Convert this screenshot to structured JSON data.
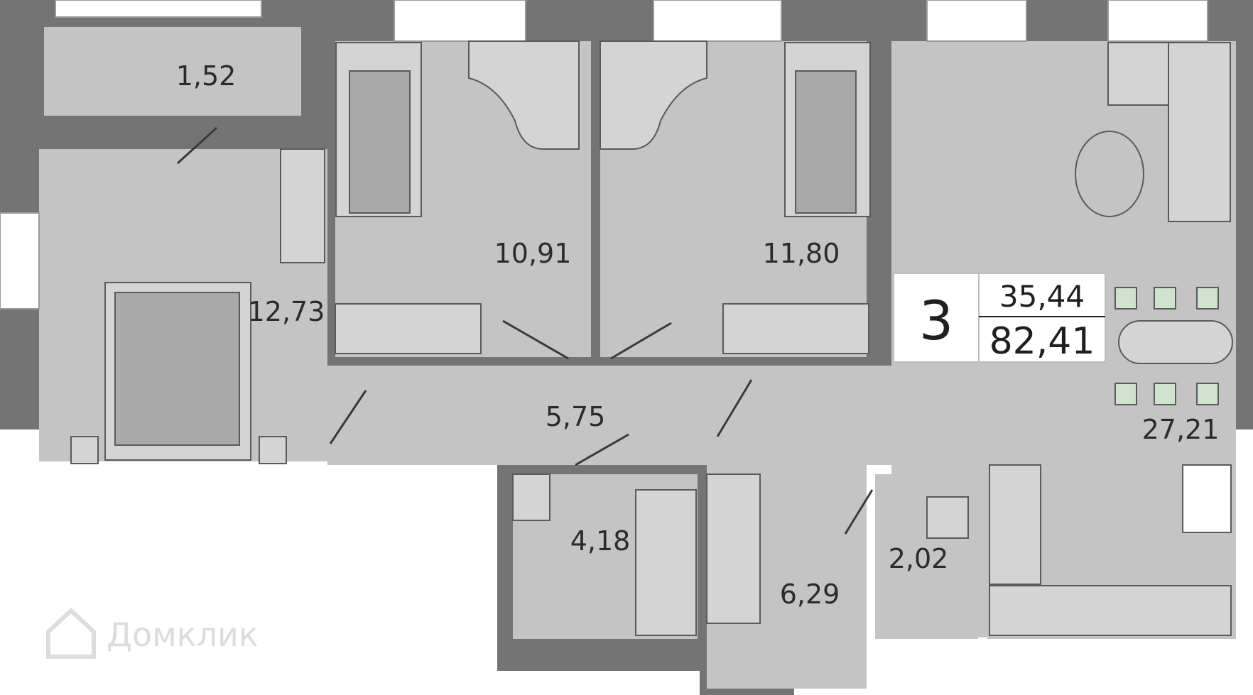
{
  "summary": {
    "rooms": "3",
    "living_area": "35,44",
    "total_area": "82,41"
  },
  "rooms": {
    "balcony": "1,52",
    "bedroom_left": "12,73",
    "bedroom_mid": "10,91",
    "bedroom_right": "11,80",
    "hall": "5,75",
    "bathroom": "4,18",
    "corridor": "6,29",
    "wc": "2,02",
    "kitchen_living": "27,21"
  },
  "watermark": {
    "text": "Домклик"
  },
  "colors": {
    "wall": "#747474",
    "floor": "#c4c4c4",
    "window": "#ffffff",
    "furniture_line": "#5a5a5a",
    "chair_accent": "#cfe3cf"
  }
}
